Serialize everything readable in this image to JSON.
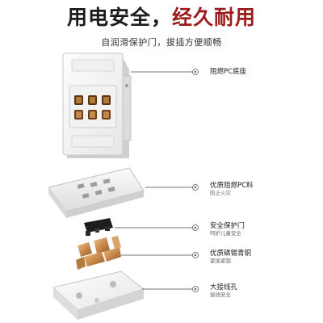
{
  "headline": {
    "part1": "用电安全，",
    "part2": "经久耐用"
  },
  "subtitle": "自润滑保护门，拔插方便顺畅",
  "callouts": [
    {
      "title": "阻燃PC底座",
      "subtitle": ""
    },
    {
      "title": "优质阻燃PC料",
      "subtitle": "防止火灾"
    },
    {
      "title": "安全保护门",
      "subtitle": "呵护儿童安全"
    },
    {
      "title": "优质磷锡青铜",
      "subtitle": "紧插紧锁"
    },
    {
      "title": "大接线孔",
      "subtitle": "接线安全"
    }
  ],
  "colors": {
    "accent_red": "#9c1b1d",
    "title_dark": "#1c1c1c",
    "copper": "#c98a4b"
  }
}
